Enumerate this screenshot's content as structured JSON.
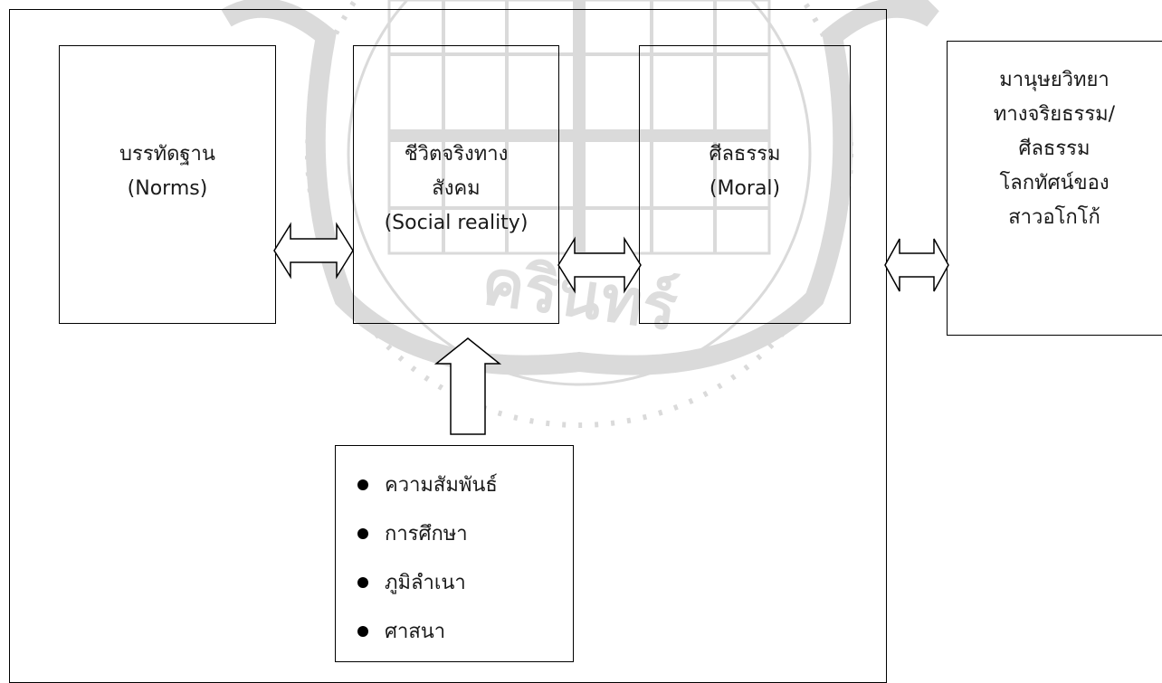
{
  "diagram": {
    "boxes": {
      "norms": {
        "line1": "บรรทัดฐาน",
        "line2": "(Norms)"
      },
      "social_reality": {
        "line1": "ชีวิตจริงทาง",
        "line2": "สังคม",
        "line3": "(Social reality)"
      },
      "moral": {
        "line1": "ศีลธรรม",
        "line2": "(Moral)"
      },
      "anthropology": {
        "line1": "มานุษยวิทยา",
        "line2": "ทางจริยธรรม/",
        "line3": "ศีลธรรม",
        "line4": "โลกทัศน์ของ",
        "line5": "สาวอโกโก้"
      }
    },
    "factors": [
      "ความสัมพันธ์",
      "การศึกษา",
      "ภูมิลำเนา",
      "ศาสนา"
    ],
    "watermark": {
      "seal_text": "ครินทร์",
      "color": "#c8c8c8"
    }
  }
}
